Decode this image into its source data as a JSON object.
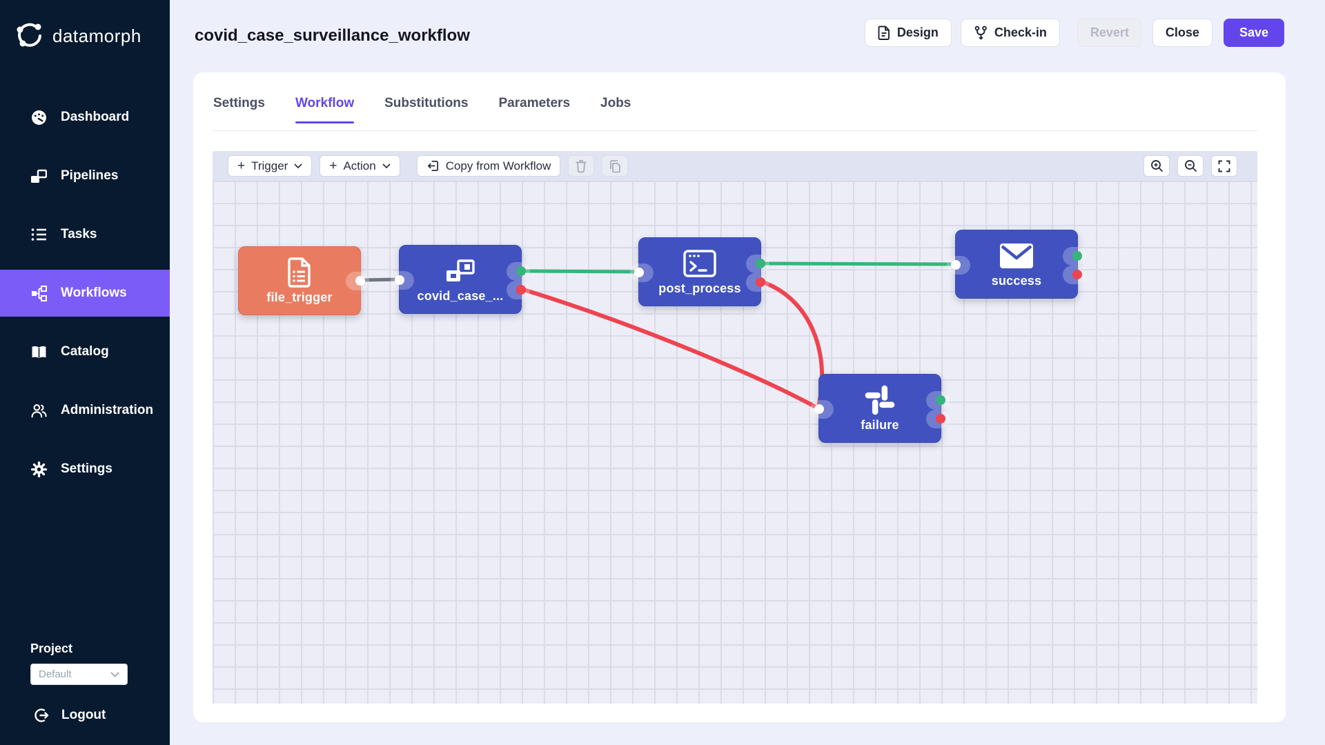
{
  "brand": {
    "name": "datamorph"
  },
  "sidebar": {
    "items": [
      {
        "label": "Dashboard",
        "icon": "gauge-icon",
        "active": false
      },
      {
        "label": "Pipelines",
        "icon": "pipelines-icon",
        "active": false
      },
      {
        "label": "Tasks",
        "icon": "tasks-icon",
        "active": false
      },
      {
        "label": "Workflows",
        "icon": "workflows-icon",
        "active": true
      },
      {
        "label": "Catalog",
        "icon": "catalog-icon",
        "active": false
      },
      {
        "label": "Administration",
        "icon": "administration-icon",
        "active": false
      },
      {
        "label": "Settings",
        "icon": "settings-icon",
        "active": false
      }
    ],
    "project": {
      "label": "Project",
      "selected": "Default"
    },
    "logout_label": "Logout"
  },
  "header": {
    "title": "covid_case_surveillance_workflow",
    "design_label": "Design",
    "checkin_label": "Check-in",
    "revert_label": "Revert",
    "close_label": "Close",
    "save_label": "Save"
  },
  "tabs": [
    {
      "label": "Settings",
      "active": false
    },
    {
      "label": "Workflow",
      "active": true
    },
    {
      "label": "Substitutions",
      "active": false
    },
    {
      "label": "Parameters",
      "active": false
    },
    {
      "label": "Jobs",
      "active": false
    }
  ],
  "toolbar": {
    "trigger_label": "Trigger",
    "action_label": "Action",
    "copy_label": "Copy from Workflow"
  },
  "canvas": {
    "nodes": [
      {
        "id": "file_trigger",
        "label": "file_trigger",
        "kind": "trigger",
        "icon": "file-icon",
        "color": "#e97c60"
      },
      {
        "id": "covid_case",
        "label": "covid_case_...",
        "kind": "pipeline",
        "icon": "pipeline-icon",
        "color": "#4152c0"
      },
      {
        "id": "post_process",
        "label": "post_process",
        "kind": "script",
        "icon": "terminal-icon",
        "color": "#4152c0"
      },
      {
        "id": "success",
        "label": "success",
        "kind": "email",
        "icon": "mail-icon",
        "color": "#4152c0"
      },
      {
        "id": "failure",
        "label": "failure",
        "kind": "slack",
        "icon": "slack-icon",
        "color": "#4152c0"
      }
    ],
    "edges": [
      {
        "from": "file_trigger",
        "to": "covid_case",
        "status": "default",
        "color": "#6f7680"
      },
      {
        "from": "covid_case",
        "to": "post_process",
        "status": "on-success",
        "color": "#35b57c"
      },
      {
        "from": "covid_case",
        "to": "failure",
        "status": "on-failure",
        "color": "#ee4450"
      },
      {
        "from": "post_process",
        "to": "success",
        "status": "on-success",
        "color": "#35b57c"
      },
      {
        "from": "post_process",
        "to": "failure",
        "status": "on-failure",
        "color": "#ee4450"
      }
    ],
    "port_colors": {
      "success": "#35b57c",
      "failure": "#ee4450",
      "input": "#ffffff"
    }
  },
  "theme": {
    "accent": "#6246ec",
    "sidebar_active": "#7c5cf6",
    "node_blue": "#4152c0",
    "node_coral": "#e97c60"
  }
}
